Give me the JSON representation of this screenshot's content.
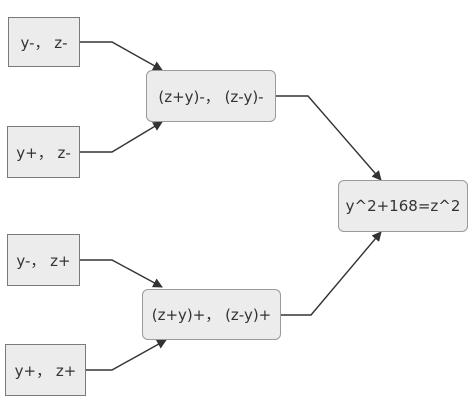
{
  "diagram": {
    "nodes": {
      "ym_zm": "y-， z-",
      "yp_zm": "y+， z-",
      "ym_zp": "y-， z+",
      "yp_zp": "y+， z+",
      "mid_top": "(z+y)-， (z-y)-",
      "mid_bottom": "(z+y)+， (z-y)+",
      "result": "y^2+168=z^2"
    },
    "edges": [
      {
        "from": "ym_zm",
        "to": "mid_top"
      },
      {
        "from": "yp_zm",
        "to": "mid_top"
      },
      {
        "from": "ym_zp",
        "to": "mid_bottom"
      },
      {
        "from": "yp_zp",
        "to": "mid_bottom"
      },
      {
        "from": "mid_top",
        "to": "result"
      },
      {
        "from": "mid_bottom",
        "to": "result"
      }
    ]
  }
}
